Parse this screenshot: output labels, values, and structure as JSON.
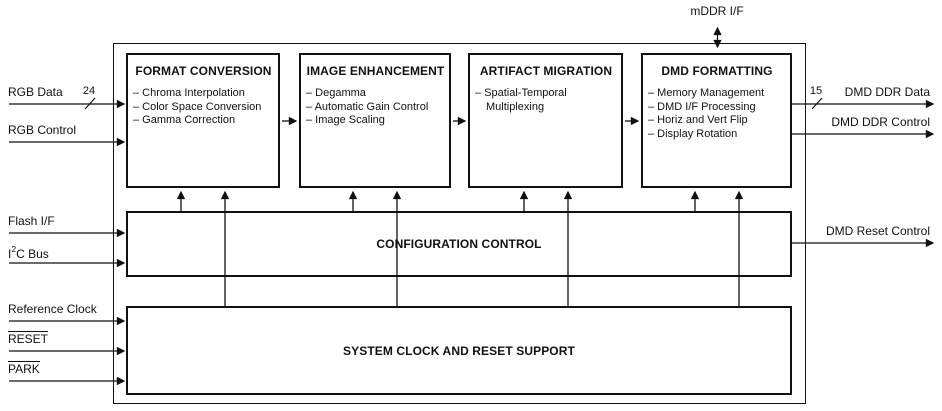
{
  "colors": {
    "line": "#111111",
    "text": "#111111",
    "background": "#ffffff"
  },
  "top_signal": {
    "label": "mDDR I/F",
    "direction": "bidirectional"
  },
  "blocks": [
    {
      "title": "FORMAT CONVERSION",
      "items": [
        "– Chroma Interpolation",
        "– Color Space Conversion",
        "– Gamma Correction"
      ]
    },
    {
      "title": "IMAGE ENHANCEMENT",
      "items": [
        "– Degamma",
        "– Automatic Gain Control",
        "– Image Scaling"
      ]
    },
    {
      "title": "ARTIFACT MIGRATION",
      "items": [
        "– Spatial-Temporal Multiplexing"
      ]
    },
    {
      "title": "DMD FORMATTING",
      "items": [
        "– Memory Management",
        "– DMD I/F Processing",
        "– Horiz and Vert Flip",
        "– Display Rotation"
      ]
    }
  ],
  "config_block": {
    "title": "CONFIGURATION CONTROL"
  },
  "system_block": {
    "title": "SYSTEM CLOCK AND RESET SUPPORT"
  },
  "left_signals": [
    {
      "label": "RGB Data",
      "bus_width": "24"
    },
    {
      "label": "RGB Control"
    },
    {
      "label": "Flash I/F"
    },
    {
      "label_pre": "I",
      "label_sup": "2",
      "label_post": "C Bus"
    },
    {
      "label": "Reference Clock"
    },
    {
      "label": "RESET",
      "active_low": true
    },
    {
      "label": "PARK",
      "active_low": true
    }
  ],
  "right_signals": [
    {
      "label": "DMD DDR Data",
      "bus_width": "15"
    },
    {
      "label": "DMD DDR Control"
    },
    {
      "label": "DMD Reset Control"
    }
  ]
}
